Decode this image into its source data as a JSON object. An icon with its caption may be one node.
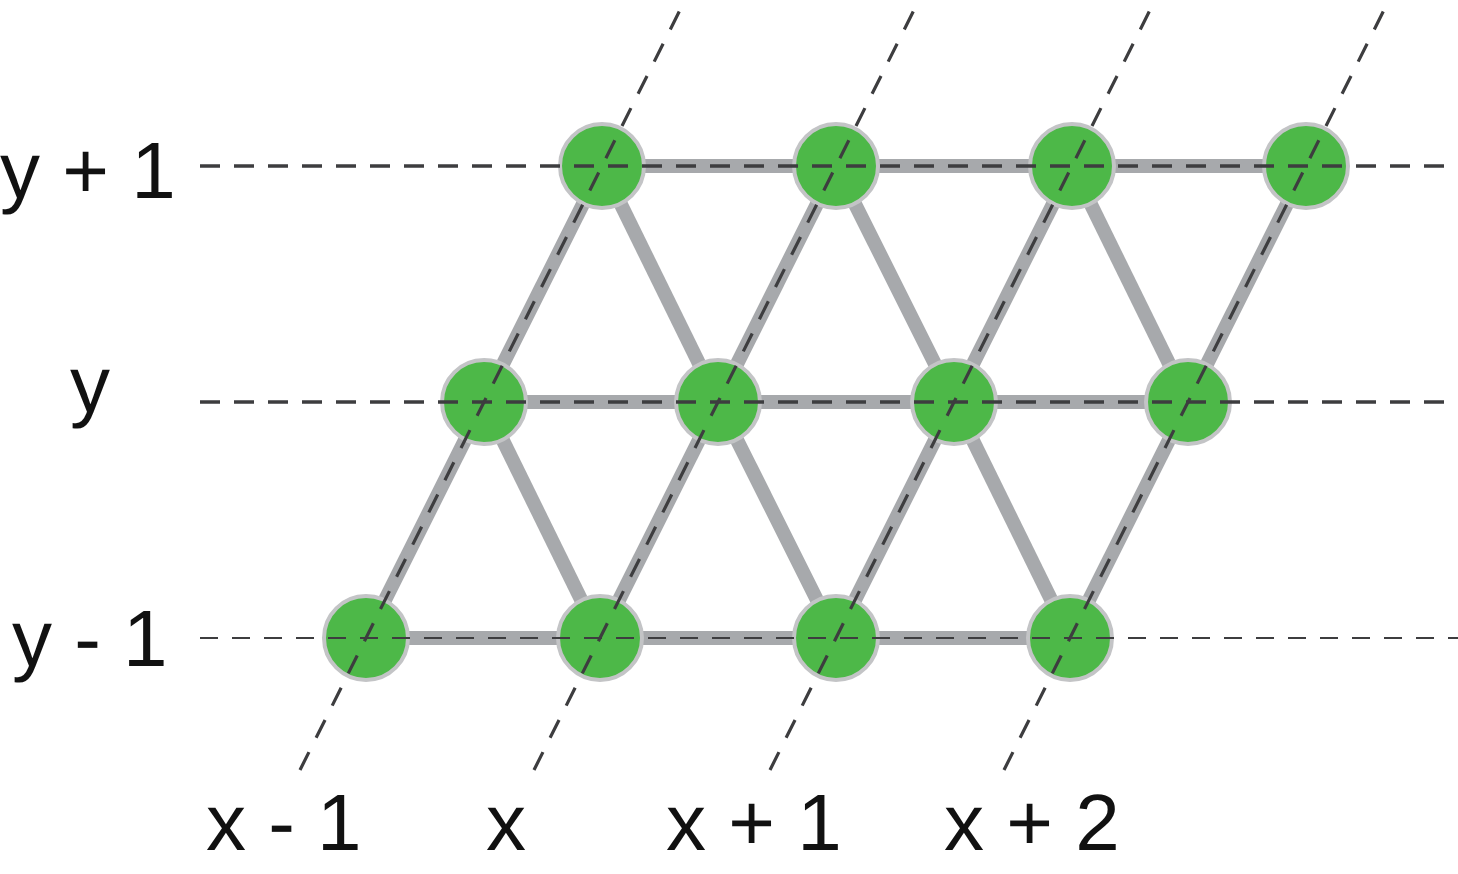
{
  "diagram": {
    "nodes": [
      {
        "text": [],
        "shape": "circle"
      },
      {
        "text": [],
        "shape": "circle"
      },
      {
        "text": [],
        "shape": "circle"
      },
      {
        "text": [],
        "shape": "circle"
      },
      {
        "text": [],
        "shape": "circle"
      },
      {
        "text": [],
        "shape": "circle"
      },
      {
        "text": [],
        "shape": "circle"
      },
      {
        "text": [],
        "shape": "circle"
      },
      {
        "text": [],
        "shape": "circle"
      },
      {
        "text": [],
        "shape": "circle"
      },
      {
        "text": [],
        "shape": "circle"
      },
      {
        "text": [],
        "shape": "circle"
      }
    ],
    "edges": [
      {
        "from": 0,
        "to": 1,
        "arrow": "none"
      },
      {
        "from": 1,
        "to": 2,
        "arrow": "none"
      },
      {
        "from": 2,
        "to": 3,
        "arrow": "none"
      },
      {
        "from": 4,
        "to": 5,
        "arrow": "none"
      },
      {
        "from": 5,
        "to": 6,
        "arrow": "none"
      },
      {
        "from": 6,
        "to": 7,
        "arrow": "none"
      },
      {
        "from": 8,
        "to": 9,
        "arrow": "none"
      },
      {
        "from": 9,
        "to": 10,
        "arrow": "none"
      },
      {
        "from": 10,
        "to": 11,
        "arrow": "none"
      },
      {
        "from": 4,
        "to": 0,
        "arrow": "none"
      },
      {
        "from": 0,
        "to": 5,
        "arrow": "none"
      },
      {
        "from": 5,
        "to": 1,
        "arrow": "none"
      },
      {
        "from": 1,
        "to": 6,
        "arrow": "none"
      },
      {
        "from": 6,
        "to": 2,
        "arrow": "none"
      },
      {
        "from": 2,
        "to": 7,
        "arrow": "none"
      },
      {
        "from": 7,
        "to": 3,
        "arrow": "none"
      },
      {
        "from": 8,
        "to": 4,
        "arrow": "none"
      },
      {
        "from": 4,
        "to": 9,
        "arrow": "none"
      },
      {
        "from": 9,
        "to": 5,
        "arrow": "none"
      },
      {
        "from": 5,
        "to": 10,
        "arrow": "none"
      },
      {
        "from": 10,
        "to": 6,
        "arrow": "none"
      },
      {
        "from": 6,
        "to": 11,
        "arrow": "none"
      },
      {
        "from": 11,
        "to": 7,
        "arrow": "none"
      }
    ],
    "labels": [
      "y + 1",
      "y",
      "y - 1",
      "x - 1",
      "x",
      "x + 1",
      "x + 2"
    ]
  }
}
